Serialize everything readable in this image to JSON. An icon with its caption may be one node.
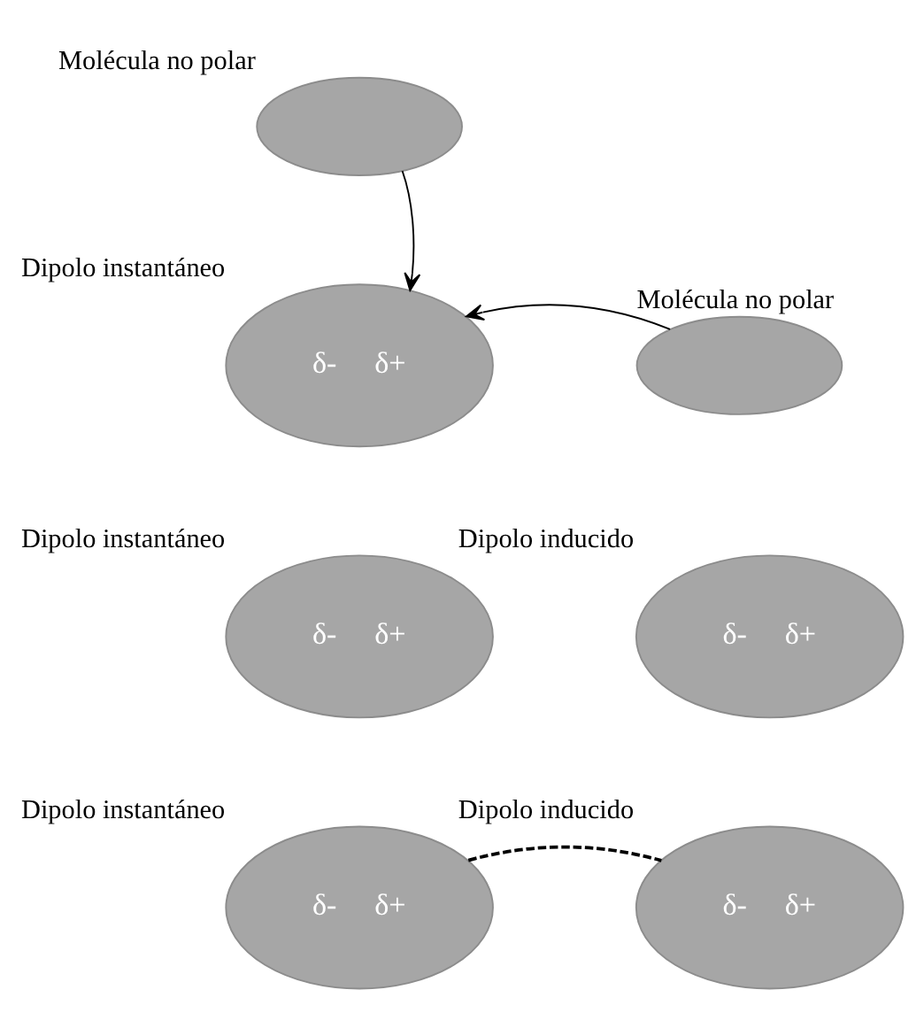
{
  "diagram": {
    "nodes": [
      {
        "text": [],
        "shape": "ellipse",
        "beside": [
          "Molécula no polar"
        ]
      },
      {
        "text": [
          "δ-",
          "δ+"
        ],
        "beside": [
          "Dipolo instantáneo"
        ]
      },
      {
        "text": [],
        "shape": "ellipse",
        "beside": [
          "Molécula no polar"
        ]
      },
      {
        "text": [
          "δ-",
          "δ+"
        ],
        "beside": [
          "Dipolo instantáneo"
        ]
      },
      {
        "text": [
          "δ-",
          "δ+"
        ],
        "beside": [
          "Dipolo inducido"
        ]
      },
      {
        "text": [
          "δ-",
          "δ+"
        ],
        "beside": [
          "Dipolo instantáneo"
        ]
      },
      {
        "text": [
          "δ-",
          "δ+"
        ],
        "beside": [
          "Dipolo inducido"
        ]
      }
    ],
    "edges": [
      {
        "from": 0,
        "to": 1,
        "arrow": "to"
      },
      {
        "from": 2,
        "to": 1,
        "arrow": "to"
      },
      {
        "from": 5,
        "to": 6,
        "arrow": "none",
        "style": "dashed"
      }
    ]
  }
}
